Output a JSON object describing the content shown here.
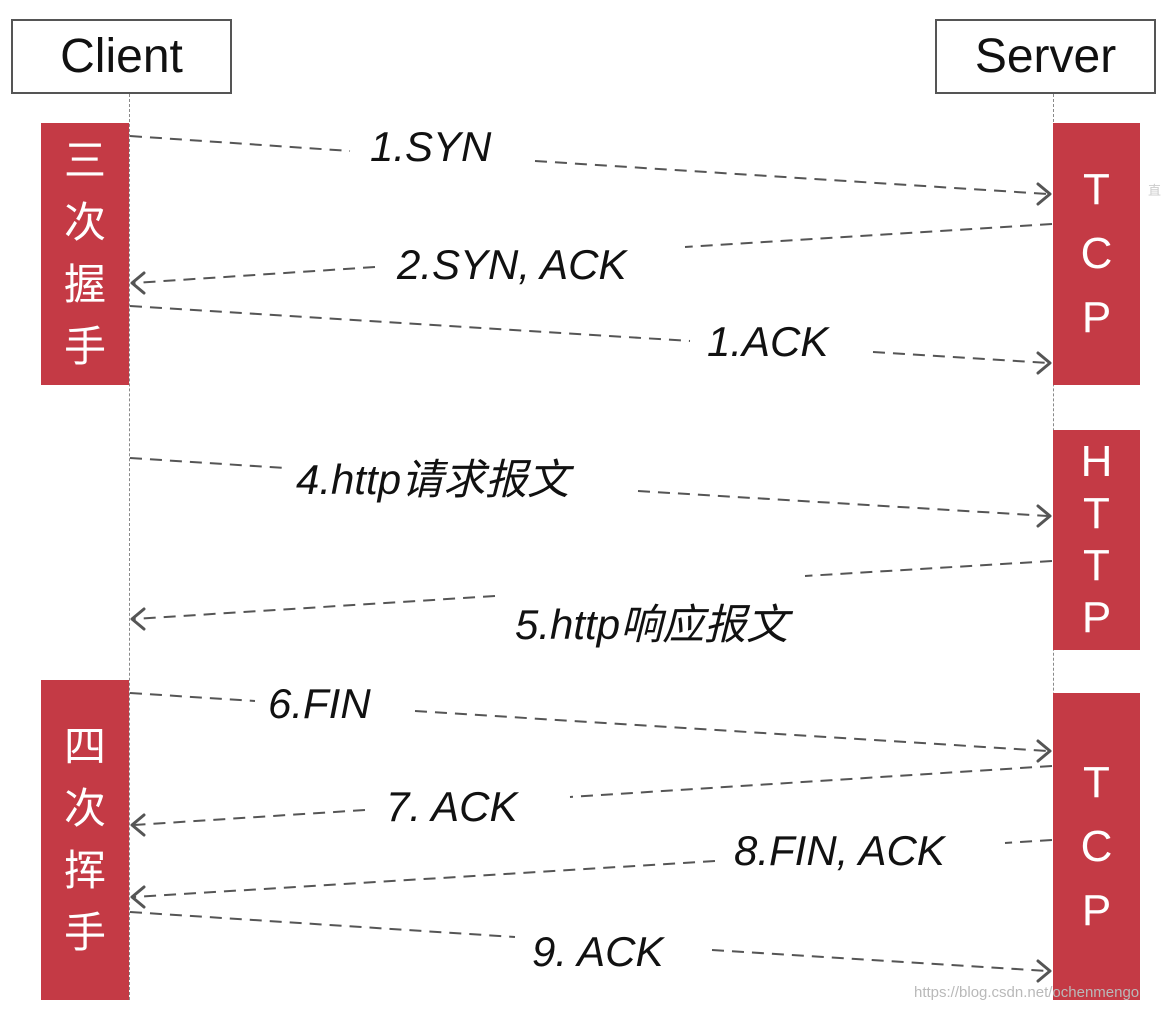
{
  "client": {
    "title": "Client"
  },
  "server": {
    "title": "Server"
  },
  "phases": {
    "handshake": "三次握手",
    "wave": "四次挥手",
    "tcp_top": "TCP",
    "http": "HTTP",
    "tcp_bottom": "TCP"
  },
  "messages": [
    {
      "label": "1.SYN",
      "direction": "client-to-server"
    },
    {
      "label": "2.SYN, ACK",
      "direction": "server-to-client"
    },
    {
      "label": "1.ACK",
      "direction": "client-to-server"
    },
    {
      "label": "4.http请求报文",
      "direction": "client-to-server"
    },
    {
      "label": "5.http响应报文",
      "direction": "server-to-client"
    },
    {
      "label": "6.FIN",
      "direction": "client-to-server"
    },
    {
      "label": "7. ACK",
      "direction": "server-to-client"
    },
    {
      "label": "8.FIN, ACK",
      "direction": "server-to-client"
    },
    {
      "label": "9. ACK",
      "direction": "client-to-server"
    }
  ],
  "watermark": "https://blog.csdn.net/ochenmengo",
  "edge_mark": "直",
  "colors": {
    "bar": "#c43a45",
    "arrow": "#555555",
    "lifeline": "#8a8a8a"
  }
}
